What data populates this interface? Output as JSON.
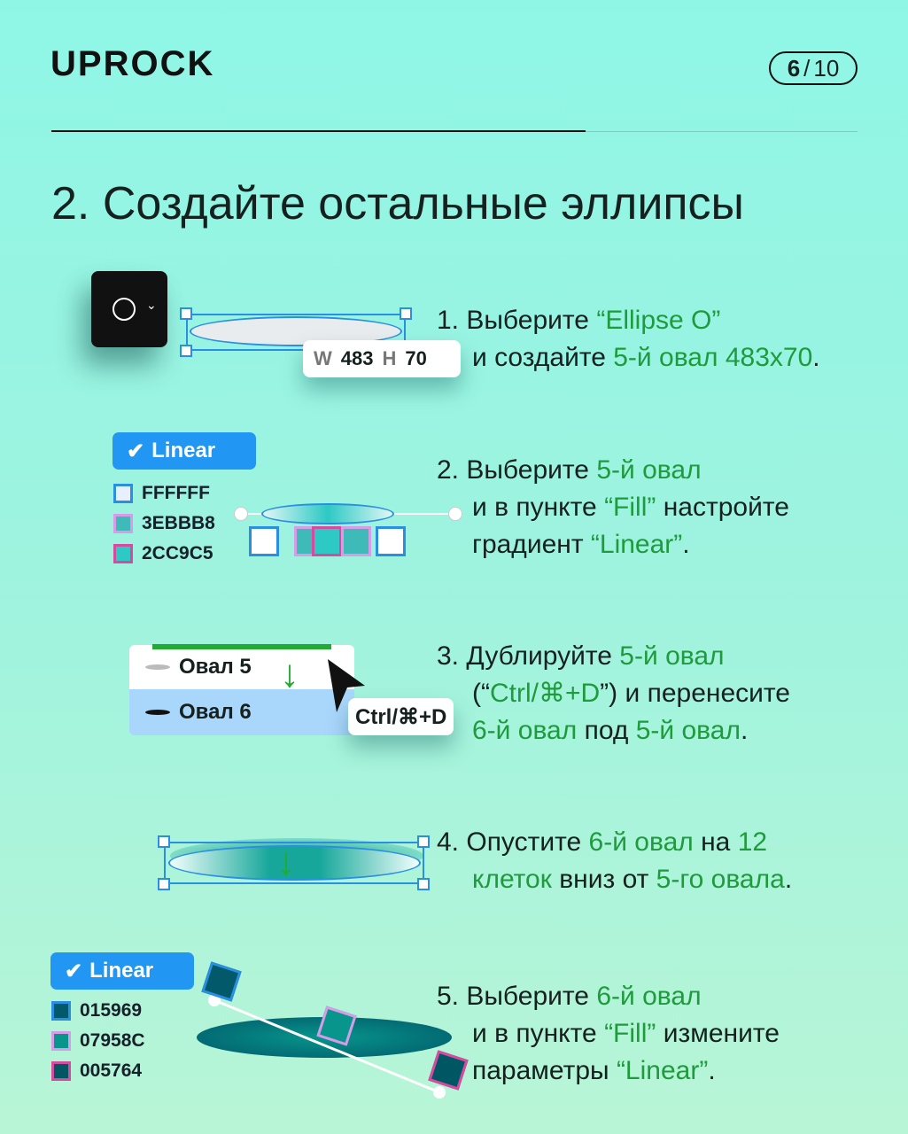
{
  "brand": "UPROCK",
  "pager": {
    "current": "6",
    "separator": "/",
    "total": "10"
  },
  "title": "2. Создайте остальные эллипсы",
  "size_tooltip": {
    "w_label": "W",
    "w": "483",
    "h_label": "H",
    "h": "70"
  },
  "gradient1": {
    "label": "Linear",
    "stops": [
      {
        "hex": "FFFFFF",
        "color": "#e8f0ff"
      },
      {
        "hex": "3EBBB8",
        "color": "#3ebbb8"
      },
      {
        "hex": "2CC9C5",
        "color": "#2cc9c5"
      }
    ]
  },
  "layers": {
    "items": [
      "Овал 5",
      "Овал 6"
    ],
    "shortcut": "Ctrl/⌘+D"
  },
  "gradient2": {
    "label": "Linear",
    "stops": [
      {
        "hex": "015969",
        "color": "#015969"
      },
      {
        "hex": "07958C",
        "color": "#07958c"
      },
      {
        "hex": "005764",
        "color": "#005764"
      }
    ]
  },
  "colors": {
    "accent": "#1f9a3c",
    "selection": "#2a8fe0",
    "linear_badge": "#2196f3"
  },
  "steps": [
    {
      "lines": [
        [
          {
            "t": "1. Выберите "
          },
          {
            "t": "“Ellipse O”",
            "a": 1
          }
        ],
        [
          {
            "t": "и создайте "
          },
          {
            "t": "5-й овал 483x70",
            "a": 1
          },
          {
            "t": "."
          }
        ]
      ]
    },
    {
      "lines": [
        [
          {
            "t": "2. Выберите "
          },
          {
            "t": "5-й овал",
            "a": 1
          }
        ],
        [
          {
            "t": "и в пункте "
          },
          {
            "t": "“Fill”",
            "a": 1
          },
          {
            "t": " настройте"
          }
        ],
        [
          {
            "t": "градиент "
          },
          {
            "t": "“Linear”",
            "a": 1
          },
          {
            "t": "."
          }
        ]
      ]
    },
    {
      "lines": [
        [
          {
            "t": "3. Дублируйте "
          },
          {
            "t": "5-й овал",
            "a": 1
          }
        ],
        [
          {
            "t": "(“"
          },
          {
            "t": "Ctrl/⌘+D",
            "a": 1
          },
          {
            "t": "”) и перенесите"
          }
        ],
        [
          {
            "t": "6-й овал",
            "a": 1
          },
          {
            "t": " под "
          },
          {
            "t": "5-й овал",
            "a": 1
          },
          {
            "t": "."
          }
        ]
      ]
    },
    {
      "lines": [
        [
          {
            "t": "4. Опустите "
          },
          {
            "t": "6-й овал",
            "a": 1
          },
          {
            "t": " на "
          },
          {
            "t": "12",
            "a": 1
          }
        ],
        [
          {
            "t": "клеток",
            "a": 1
          },
          {
            "t": " вниз от "
          },
          {
            "t": "5-го овала",
            "a": 1
          },
          {
            "t": "."
          }
        ]
      ]
    },
    {
      "lines": [
        [
          {
            "t": "5. Выберите "
          },
          {
            "t": "6-й овал",
            "a": 1
          }
        ],
        [
          {
            "t": "и в пункте "
          },
          {
            "t": "“Fill”",
            "a": 1
          },
          {
            "t": " измените"
          }
        ],
        [
          {
            "t": "параметры "
          },
          {
            "t": "“Linear”",
            "a": 1
          },
          {
            "t": "."
          }
        ]
      ]
    }
  ]
}
